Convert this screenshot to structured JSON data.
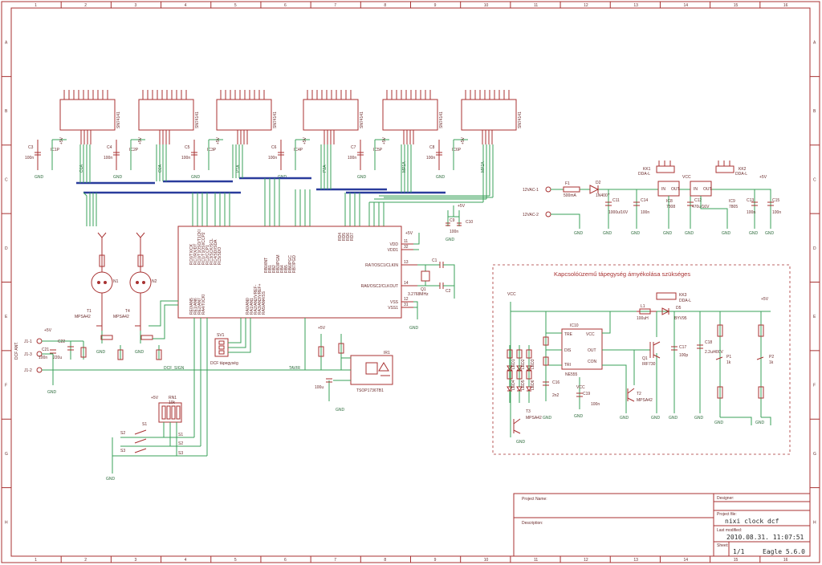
{
  "columns": [
    "1",
    "2",
    "3",
    "4",
    "5",
    "6",
    "7",
    "8",
    "9",
    "10",
    "11",
    "12",
    "13",
    "14",
    "15",
    "16"
  ],
  "rows": [
    "A",
    "B",
    "C",
    "D",
    "E",
    "F",
    "G",
    "H"
  ],
  "drivers": [
    {
      "label": "IC1P",
      "cap": "C3",
      "cap_value": "100n",
      "chip": "SN74141",
      "bus": "O1"
    },
    {
      "label": "IC2P",
      "cap": "C4",
      "cap_value": "100n",
      "chip": "SN74141",
      "bus": "O2"
    },
    {
      "label": "IC3P",
      "cap": "C5",
      "cap_value": "100n",
      "chip": "SN74141",
      "bus": "P1"
    },
    {
      "label": "IC4P",
      "cap": "C6",
      "cap_value": "100n",
      "chip": "SN74141",
      "bus": "P2"
    },
    {
      "label": "IC5P",
      "cap": "C7",
      "cap_value": "100n",
      "chip": "SN74141",
      "bus": "MP1"
    },
    {
      "label": "IC6P",
      "cap": "C8",
      "cap_value": "100n",
      "chip": "SN74141",
      "bus": "MP2"
    }
  ],
  "gnd_label": "GND",
  "vcc_label": "+5V",
  "mcu": {
    "left_pins": [
      "RC6/TX/CK",
      "RC7/RX/DT",
      "RC0/T1OSO/T1CKI",
      "RC1/T1OSI/CCP2",
      "RC2/CCP1",
      "RC3/SCK/SCL",
      "RC4/SDI/SDA",
      "RC5/SDO",
      "RE0/AN5",
      "RE1/AN6",
      "RE2/AN7",
      "RA4/T0CKI"
    ],
    "mid_pins": [
      "RA0/AN0",
      "RA1/AN1",
      "RA2/AN2/VREF-",
      "RA3/AN3/VREF+",
      "RA5/AN4/SS",
      "RB0/INT",
      "RB1",
      "RB2",
      "RB3/PGM",
      "RB4",
      "RB5",
      "RB6/PGC",
      "RB7/PGD"
    ],
    "right_pins": [
      "RD4",
      "RD5",
      "RD6",
      "RD7",
      "VDD",
      "VDD1",
      "RA7/OSC1/CLKIN",
      "RA6/OSC2/CLKOUT",
      "VSS",
      "VSS1"
    ],
    "pin_numbers": [
      "11",
      "32",
      "13",
      "14",
      "12",
      "31"
    ]
  },
  "crystal": {
    "ref": "Q1",
    "value": "3.2768MHz",
    "caps": [
      "C1",
      "C2"
    ],
    "decoupling": [
      "C9",
      "C10"
    ],
    "decoupling_value": "100n"
  },
  "transistors": [
    {
      "ref": "T1",
      "value": "MPSA42"
    },
    {
      "ref": "T4",
      "value": "MPSA42"
    },
    {
      "ref": "T2",
      "value": "MPSA42"
    },
    {
      "ref": "T3",
      "value": "MPSA42"
    }
  ],
  "neon": [
    {
      "ref": "N1"
    },
    {
      "ref": "N2"
    }
  ],
  "inputs": {
    "j1_1": "J1-1",
    "j1_2": "J1-2",
    "j1_3": "J1-3",
    "dcf_ant": "DCF ANT.",
    "c21": "C21",
    "c21_value": "100n",
    "c22": "C22",
    "c22_value": "220u",
    "dcf_sign": "DCF_SIGN",
    "tsop": "IR1",
    "tsop_value": "TSOP1736TB1",
    "sv1": "SV1",
    "sv1_value": "DCF tápegység",
    "tavir": "TAVIR",
    "rn1": "RN1",
    "rn1_value": "10k",
    "switches": [
      "S1",
      "S2",
      "S3"
    ]
  },
  "supply": {
    "ac1": "12VAC-1",
    "ac2": "12VAC-2",
    "fuse": "F1",
    "fuse_value": "500mA",
    "d2": "D2",
    "d2_value": "1N4007",
    "c11": "C11",
    "c11_value": "1000u/16V",
    "c14": "C14",
    "c14_value": "100n",
    "ic8": "IC8",
    "ic8_value": "7808",
    "ic9": "IC9",
    "ic9_value": "7805",
    "c12": "C12",
    "c12_value": "470u/16V",
    "c13": "C13",
    "c13_value": "100n",
    "c15": "C15",
    "c15_value": "100n",
    "kk1": "KK1",
    "kk2": "KK2",
    "kk_value": "DDA-L",
    "vcc": "VCC"
  },
  "hv_block": {
    "note": "Kapcsolóüzemű tápegység árnyékolása szükséges",
    "ic10": "IC10",
    "ic10_value": "NE555",
    "l1": "L1",
    "l1_value": "100uH",
    "d5": "D5",
    "d5_value": "BYV95",
    "q1": "Q1",
    "q1_value": "IRF730",
    "c17": "C17",
    "c17_value": "100p",
    "c18": "C18",
    "c18_value": "2.2u/400V",
    "c16": "C16",
    "c16_value": "2n2",
    "c19": "C19",
    "c19_value": "100n",
    "kk3": "KK3",
    "kk3_value": "DDA-L",
    "p1": "P1",
    "p2": "P2",
    "pot_value": "1k",
    "leds": [
      "LED1",
      "LED2",
      "LED3",
      "LED4",
      "LED5",
      "LED6"
    ]
  },
  "title_block": {
    "project_name_label": "Project Name:",
    "description_label": "Description:",
    "designer_label": "Designer:",
    "project_file_label": "Project file:",
    "project_file": "nixi clock dcf",
    "last_modified_label": "Last modified:",
    "last_modified": "2010.08.31. 11:07:51",
    "sheet_label": "Sheet:",
    "sheet": "1/1",
    "software": "Eagle 5.6.0"
  }
}
